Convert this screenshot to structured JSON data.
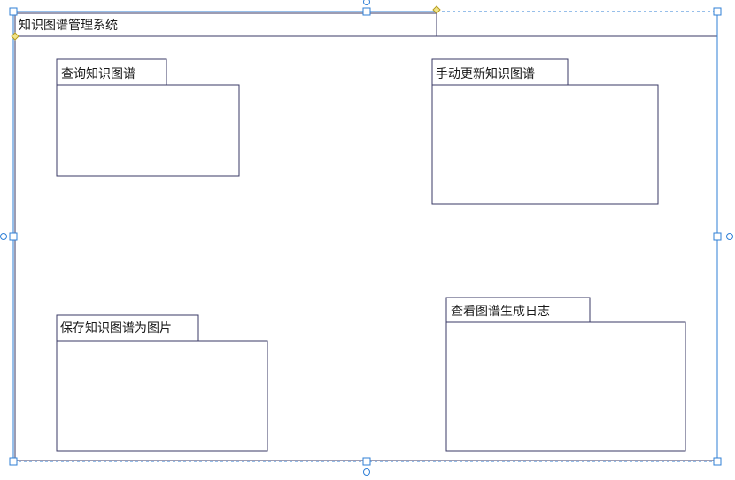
{
  "system": {
    "title": "知识图谱管理系统"
  },
  "packages": [
    {
      "name": "查询知识图谱"
    },
    {
      "name": "手动更新知识图谱"
    },
    {
      "name": "保存知识图谱为图片"
    },
    {
      "name": "查看图谱生成日志"
    }
  ],
  "colors": {
    "outline": "#3a3a66",
    "selection": "#2f7fd6",
    "anchor": "#d8c24a"
  }
}
